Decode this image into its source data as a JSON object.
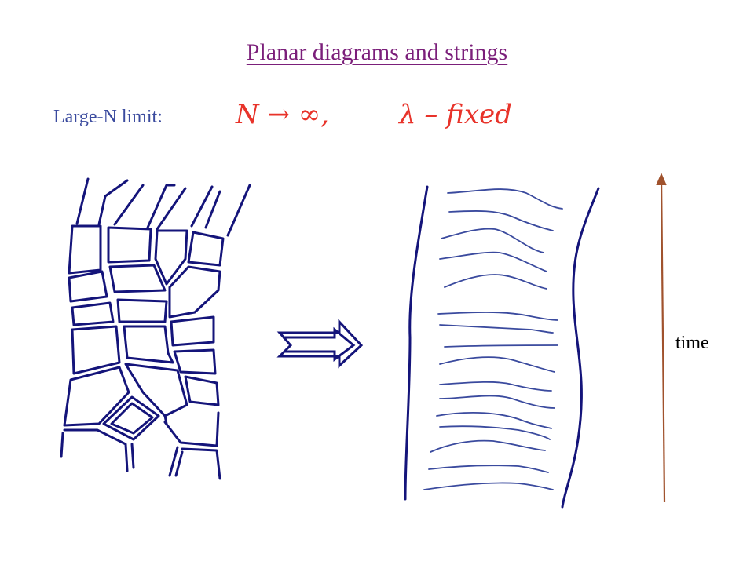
{
  "title": "Planar diagrams and strings",
  "limit": {
    "label": "Large-N limit:",
    "formula_n": "N → ∞,",
    "formula_lambda": "λ – fixed"
  },
  "axis": {
    "label": "time"
  },
  "colors": {
    "title": "#7b1f7a",
    "label": "#3a4a9e",
    "formula": "#e8332a",
    "lines": "#14147a",
    "time_arrow": "#a0522d"
  }
}
